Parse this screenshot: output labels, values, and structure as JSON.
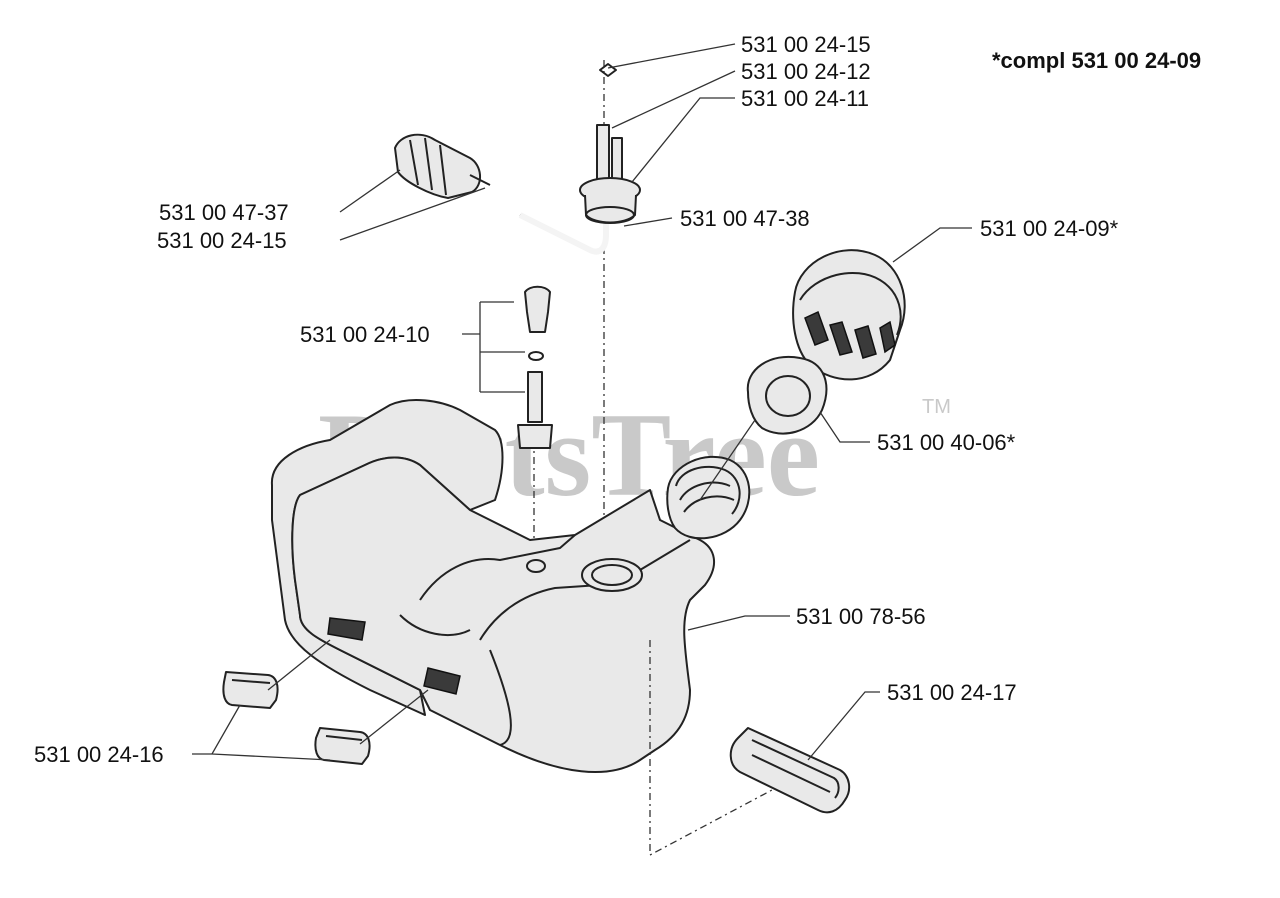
{
  "watermark": "PartsTree",
  "trademark": "TM",
  "note": "*compl 531 00 24-09",
  "labels": {
    "l1": "531 00 24-15",
    "l2": "531 00 24-12",
    "l3": "531 00 24-11",
    "l4": "531 00 47-37",
    "l5": "531 00 24-15",
    "l6": "531 00 47-38",
    "l7": "531 00 24-09*",
    "l8": "531 00 24-10",
    "l9": "531 00 40-06*",
    "l10": "531 00 78-56",
    "l11": "531 00 24-17",
    "l12": "531 00 24-16"
  }
}
